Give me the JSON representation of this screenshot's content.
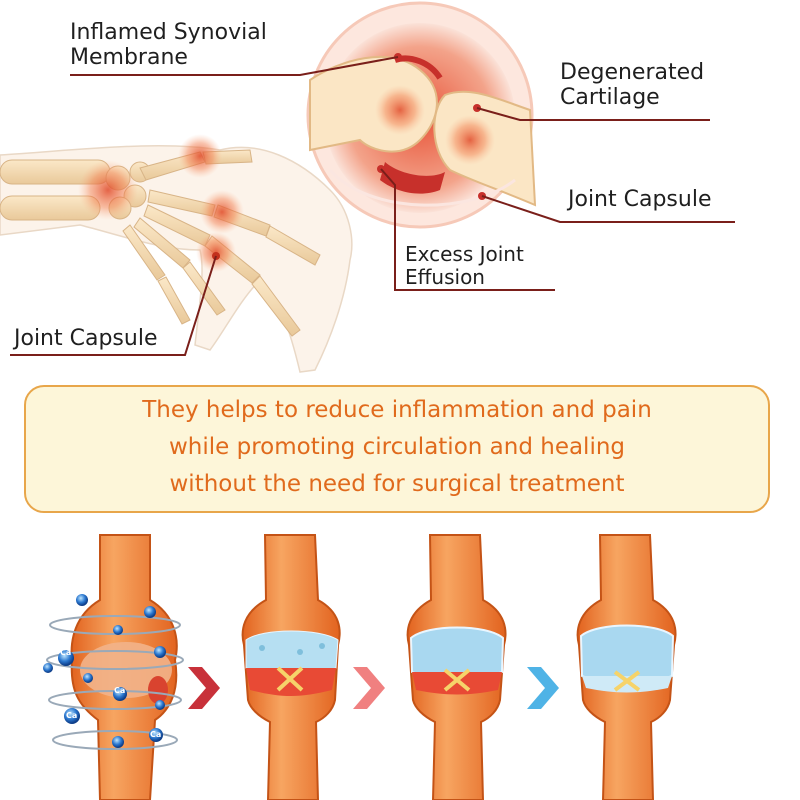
{
  "labels": {
    "inflamed_synovial_membrane": [
      "Inflamed Synovial",
      "Membrane"
    ],
    "degenerated_cartilage": [
      "Degenerated",
      "Cartilage"
    ],
    "joint_capsule_right": "Joint Capsule",
    "excess_joint_effusion": [
      "Excess Joint",
      "Effusion"
    ],
    "joint_capsule_left": "Joint Capsule"
  },
  "banner": {
    "lines": [
      "They helps to reduce inflammation and pain",
      "while promoting circulation and healing",
      "without the need for surgical treatment"
    ]
  },
  "ion_symbol": "Ca",
  "colors": {
    "bone_orange": "#f08a3c",
    "inflammation_red": "#d9432f",
    "cartilage_blue": "#a9d8f0",
    "callout_line": "#7a1f1a",
    "banner_border": "#e8a64a",
    "banner_fill": "#fdf6d9",
    "banner_text": "#e06a1c",
    "arrow_red": "#c8313a",
    "arrow_pink": "#f08080",
    "arrow_blue": "#4fb3e6"
  }
}
